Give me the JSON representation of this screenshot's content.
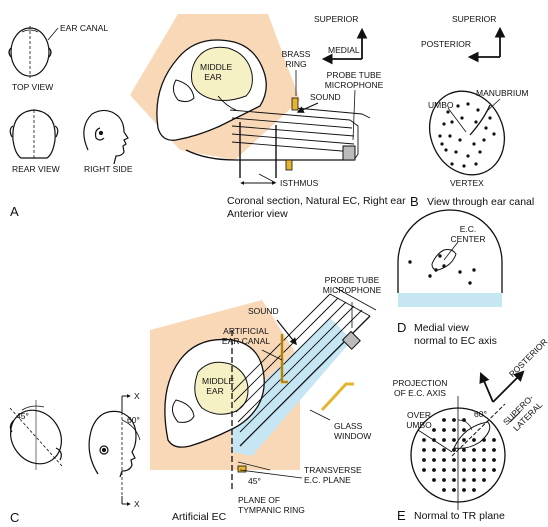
{
  "colors": {
    "skin": "#f9d8b8",
    "middle_ear": "#f6f1c4",
    "gold": "#e5b530",
    "window": "#c6e6f4",
    "ink": "#111111"
  },
  "panel_a": {
    "letter": "A",
    "top_view": "TOP VIEW",
    "ear_canal": "EAR CANAL",
    "rear_view": "REAR VIEW",
    "right_side": "RIGHT SIDE",
    "middle_ear_1": "MIDDLE",
    "middle_ear_2": "EAR",
    "brass_ring_1": "BRASS",
    "brass_ring_2": "RING",
    "sound": "SOUND",
    "probe_tube_1": "PROBE TUBE",
    "probe_tube_2": "MICROPHONE",
    "superior": "SUPERIOR",
    "medial": "MEDIAL",
    "isthmus": "ISTHMUS",
    "caption_1": "Coronal section, Natural EC, Right ear",
    "caption_2": "Anterior view"
  },
  "panel_b": {
    "letter": "B",
    "superior": "SUPERIOR",
    "posterior": "POSTERIOR",
    "umbo": "UMBO",
    "manubrium": "MANUBRIUM",
    "vertex": "VERTEX",
    "caption": "View through ear canal"
  },
  "panel_c": {
    "letter": "C",
    "angle_45": "45°",
    "angle_60": "60°",
    "x_top": "X",
    "x_bottom": "X",
    "sound": "SOUND",
    "probe_tube_1": "PROBE TUBE",
    "probe_tube_2": "MICROPHONE",
    "artificial_1": "ARTIFICIAL",
    "artificial_2": "EAR CANAL",
    "middle_ear_1": "MIDDLE",
    "middle_ear_2": "EAR",
    "glass_1": "GLASS",
    "glass_2": "WINDOW",
    "transverse_1": "TRANSVERSE",
    "transverse_2": "E.C. PLANE",
    "angle_bottom": "45°",
    "plane_1": "PLANE OF",
    "plane_2": "TYMPANIC RING",
    "caption": "Artificial EC"
  },
  "panel_d": {
    "letter": "D",
    "ec_center_1": "E.C.",
    "ec_center_2": "CENTER",
    "caption_1": "Medial view",
    "caption_2": "normal to EC axis"
  },
  "panel_e": {
    "letter": "E",
    "posterior": "POSTERIOR",
    "supero_1": "SUPERO-",
    "supero_2": "LATERAL",
    "projection_1": "PROJECTION",
    "projection_2": "OF E.C. AXIS",
    "angle_60": "60°",
    "over_1": "OVER",
    "over_2": "UMBO",
    "caption": "Normal to TR plane"
  }
}
